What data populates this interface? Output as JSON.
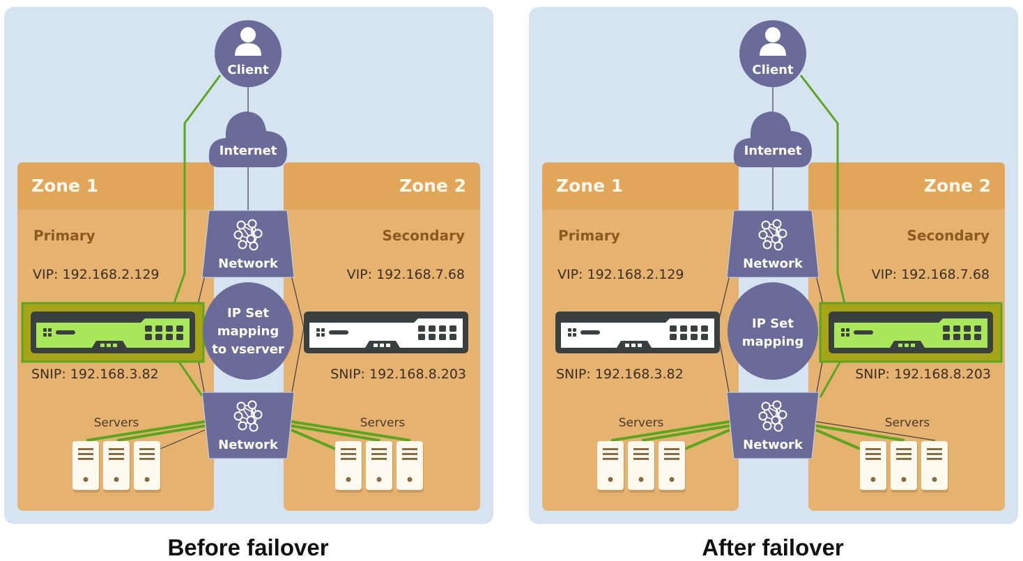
{
  "colors": {
    "panel_bg": "#d6e4f2",
    "zone_header": "#e2a65a",
    "zone_body": "#e6b26f",
    "node": "#6b6b9a",
    "active_green": "#5aa61e",
    "appliance_dark": "#3a4040",
    "appliance_active_fill": "#a8e85a"
  },
  "diagrams": [
    {
      "caption": "Before failover",
      "client_label": "Client",
      "internet_label": "Internet",
      "network_top_label": "Network",
      "network_bottom_label": "Network",
      "ipset_lines": [
        "IP Set",
        "mapping",
        "to vserver"
      ],
      "active_zone": 0,
      "zones": [
        {
          "title": "Zone 1",
          "role": "Primary",
          "vip": "VIP: 192.168.2.129",
          "snip": "SNIP: 192.168.3.82",
          "servers_label": "Servers",
          "appliance_active": true,
          "server_links_active": [
            true,
            true,
            false
          ]
        },
        {
          "title": "Zone 2",
          "role": "Secondary",
          "vip": "VIP: 192.168.7.68",
          "snip": "SNIP: 192.168.8.203",
          "servers_label": "Servers",
          "appliance_active": false,
          "server_links_active": [
            true,
            true,
            true
          ]
        }
      ]
    },
    {
      "caption": "After failover",
      "client_label": "Client",
      "internet_label": "Internet",
      "network_top_label": "Network",
      "network_bottom_label": "Network",
      "ipset_lines": [
        "IP Set",
        "mapping"
      ],
      "active_zone": 1,
      "zones": [
        {
          "title": "Zone 1",
          "role": "Primary",
          "vip": "VIP: 192.168.2.129",
          "snip": "SNIP: 192.168.3.82",
          "servers_label": "Servers",
          "appliance_active": false,
          "server_links_active": [
            true,
            true,
            true
          ]
        },
        {
          "title": "Zone 2",
          "role": "Secondary",
          "vip": "VIP: 192.168.7.68",
          "snip": "SNIP: 192.168.8.203",
          "servers_label": "Servers",
          "appliance_active": true,
          "server_links_active": [
            false,
            true,
            true
          ]
        }
      ]
    }
  ]
}
